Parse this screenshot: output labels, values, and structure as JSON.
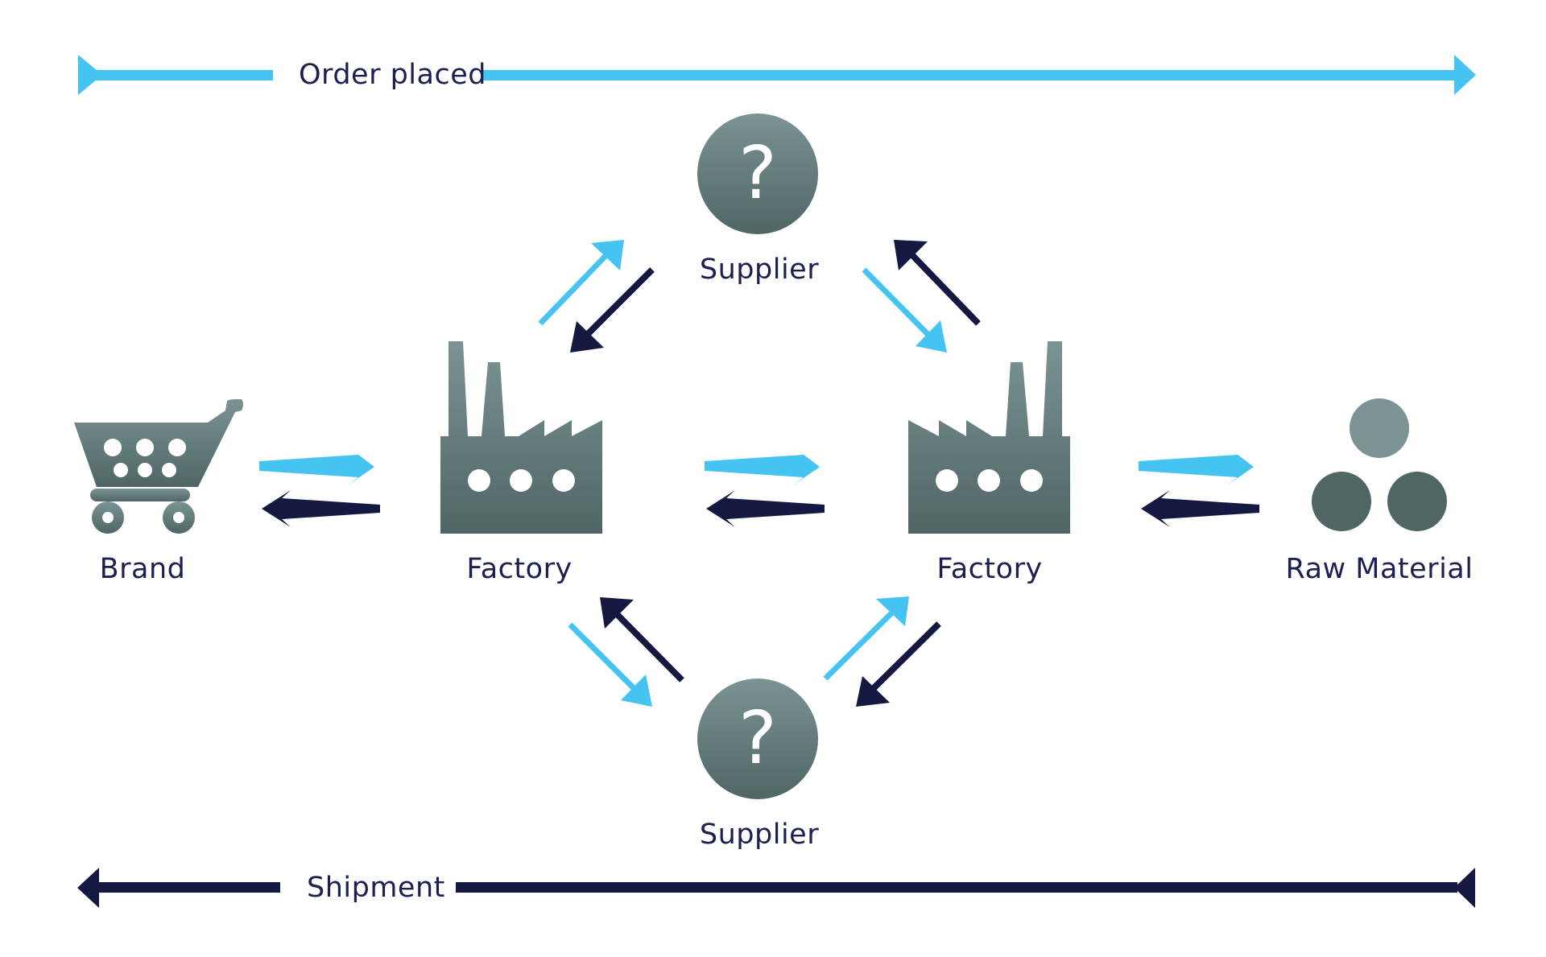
{
  "top_arrow": {
    "label": "Order placed"
  },
  "bottom_arrow": {
    "label": "Shipment"
  },
  "nodes": {
    "brand": {
      "label": "Brand",
      "icon": "shopping-cart-icon"
    },
    "factory_1": {
      "label": "Factory",
      "icon": "factory-icon"
    },
    "factory_2": {
      "label": "Factory",
      "icon": "factory-icon"
    },
    "supplier_top": {
      "label": "Supplier",
      "icon": "question-mark-icon"
    },
    "supplier_bottom": {
      "label": "Supplier",
      "icon": "question-mark-icon"
    },
    "raw_material": {
      "label": "Raw Material",
      "icon": "raw-material-icon"
    }
  },
  "colors": {
    "order_flow": "#45c3f1",
    "shipment_flow": "#151942",
    "icon_fill": "#5f7676",
    "text": "#1b2050"
  }
}
